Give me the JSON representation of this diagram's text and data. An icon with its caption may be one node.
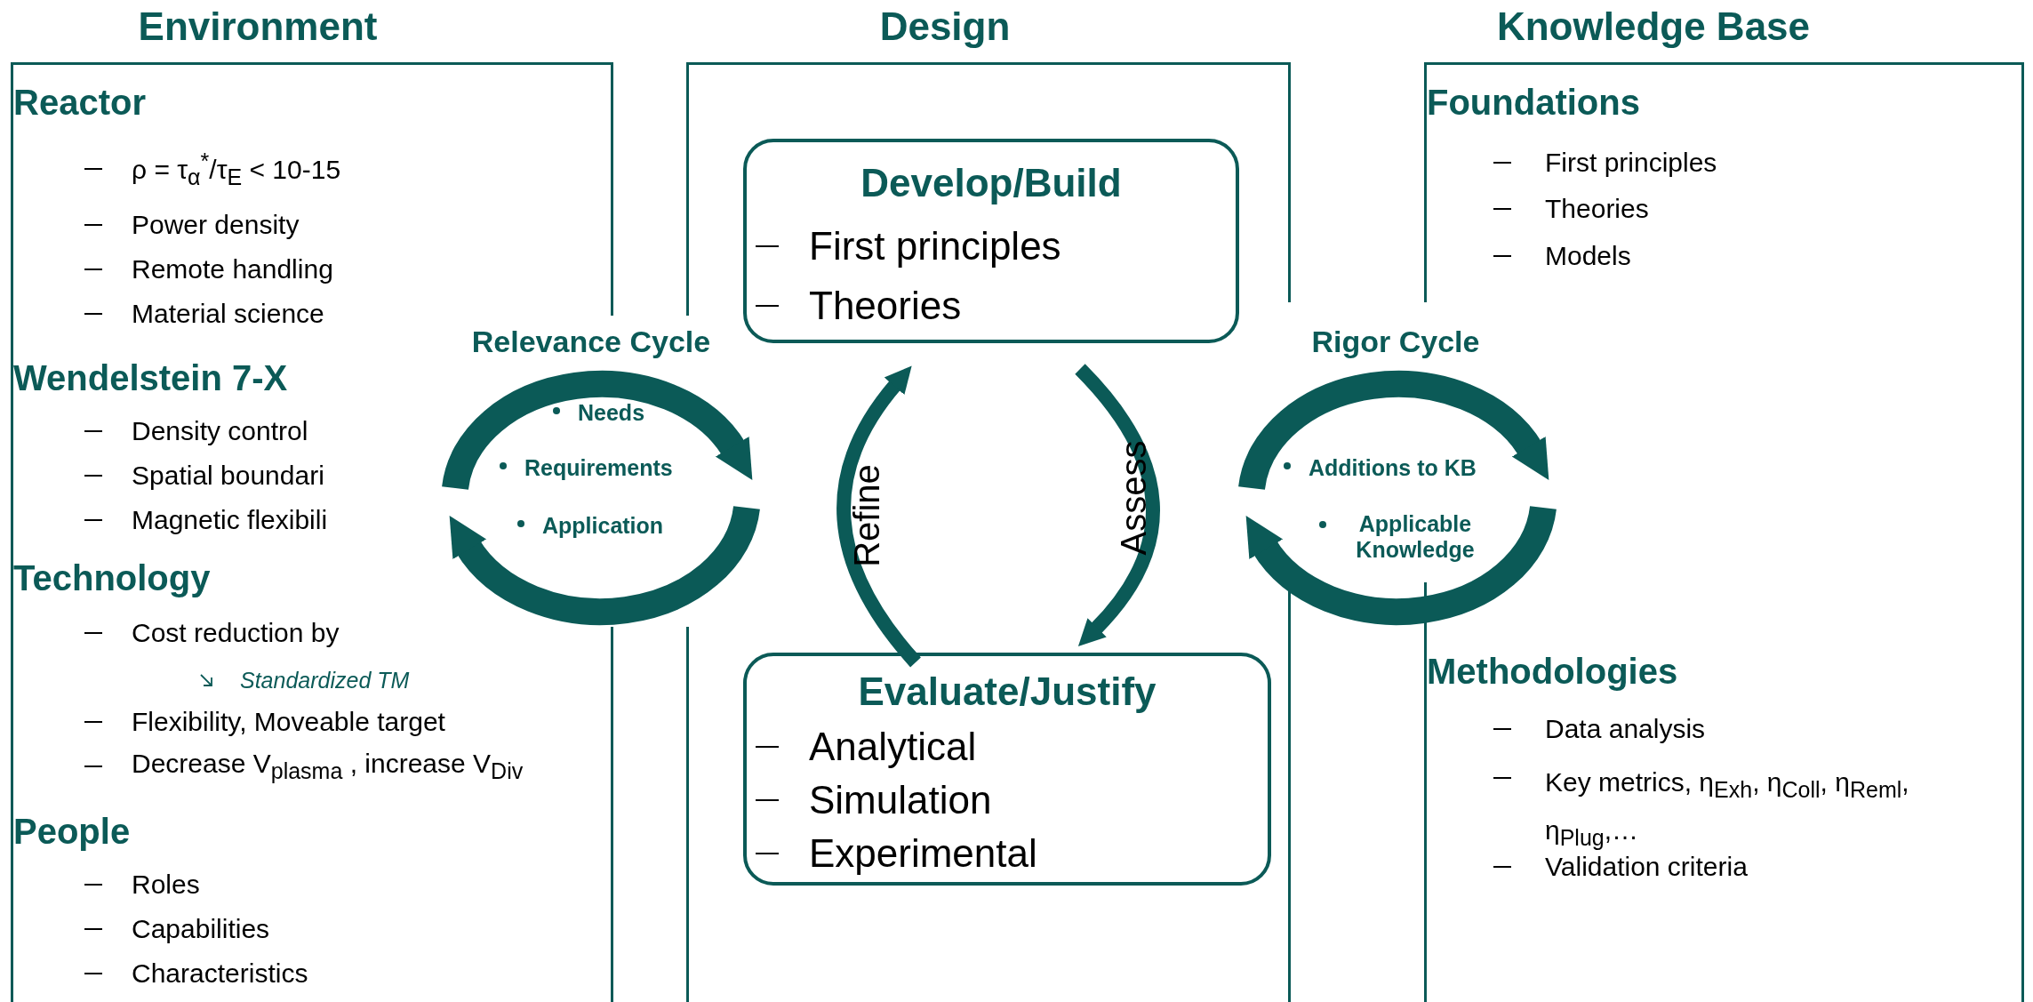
{
  "diagram": {
    "nodes": [
      {
        "text": [
          "Environment",
          "Reactor",
          "ρ = τ$_{α}$$^{*}$/τ$_{E}$ < 10-15",
          "Power density",
          "Remote handling",
          "Material science",
          "Wendelstein 7-X",
          "Density control",
          "Spatial boundari",
          "Magnetic flexibili",
          "Technology",
          "Cost reduction by",
          "Standardized TM",
          "Flexibility, Moveable target",
          "Decrease V$_{plasma}$ , increase V$_{Div}$",
          "People",
          "Roles",
          "Capabilities",
          "Characteristics"
        ]
      },
      {
        "text": [
          "Design"
        ]
      },
      {
        "text": [
          "Develop/Build",
          "First principles",
          "Theories"
        ],
        "in": 1
      },
      {
        "text": [
          "Evaluate/Justify",
          "Analytical",
          "Simulation",
          "Experimental"
        ],
        "in": 1
      },
      {
        "text": [
          "Knowledge Base",
          "Foundations",
          "First principles",
          "Theories",
          "Models",
          "Methodologies",
          "Data analysis",
          "Key metrics, η$_{Exh}$, η$_{Coll}$, η$_{Reml}$, η$_{Plug}$,…",
          "Validation criteria"
        ]
      }
    ],
    "edges": [
      {
        "from": 0,
        "to": 1,
        "arrow": "to"
      },
      {
        "from": 1,
        "to": 0,
        "arrow": "to"
      },
      {
        "from": 1,
        "to": 4,
        "arrow": "to"
      },
      {
        "from": 4,
        "to": 1,
        "arrow": "to"
      },
      {
        "from": 3,
        "to": 2,
        "arrow": "to",
        "label": "Refine"
      },
      {
        "from": 2,
        "to": 3,
        "arrow": "to",
        "label": "Assess"
      }
    ],
    "labels": [
      "Relevance Cycle",
      "Needs",
      "Requirements",
      "Application",
      "Rigor Cycle",
      "Additions to KB",
      "Applicable Knowledge"
    ]
  }
}
